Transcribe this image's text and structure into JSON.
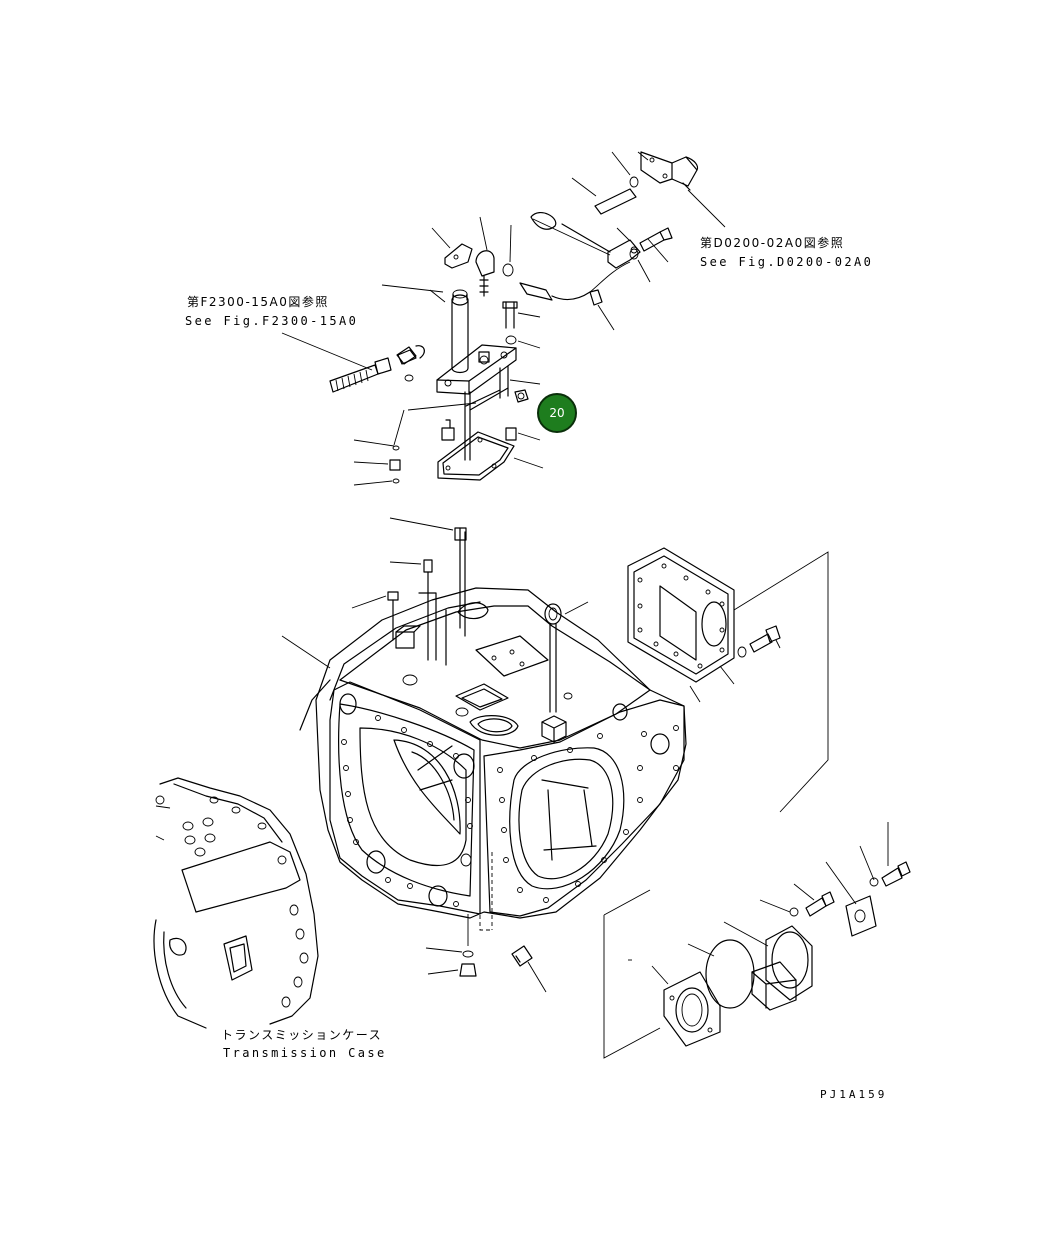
{
  "references": {
    "upper_left_jp": "第F2300-15A0図参照",
    "upper_left_en": "See Fig.F2300-15A0",
    "upper_right_jp": "第D0200-02A0図参照",
    "upper_right_en": "See Fig.D0200-02A0"
  },
  "transmission_case": {
    "label_jp": "トランスミッションケース",
    "label_en": "Transmission Case"
  },
  "callout": {
    "number": "20",
    "color": "#1e7d1e"
  },
  "drawing_code": "PJ1A159"
}
